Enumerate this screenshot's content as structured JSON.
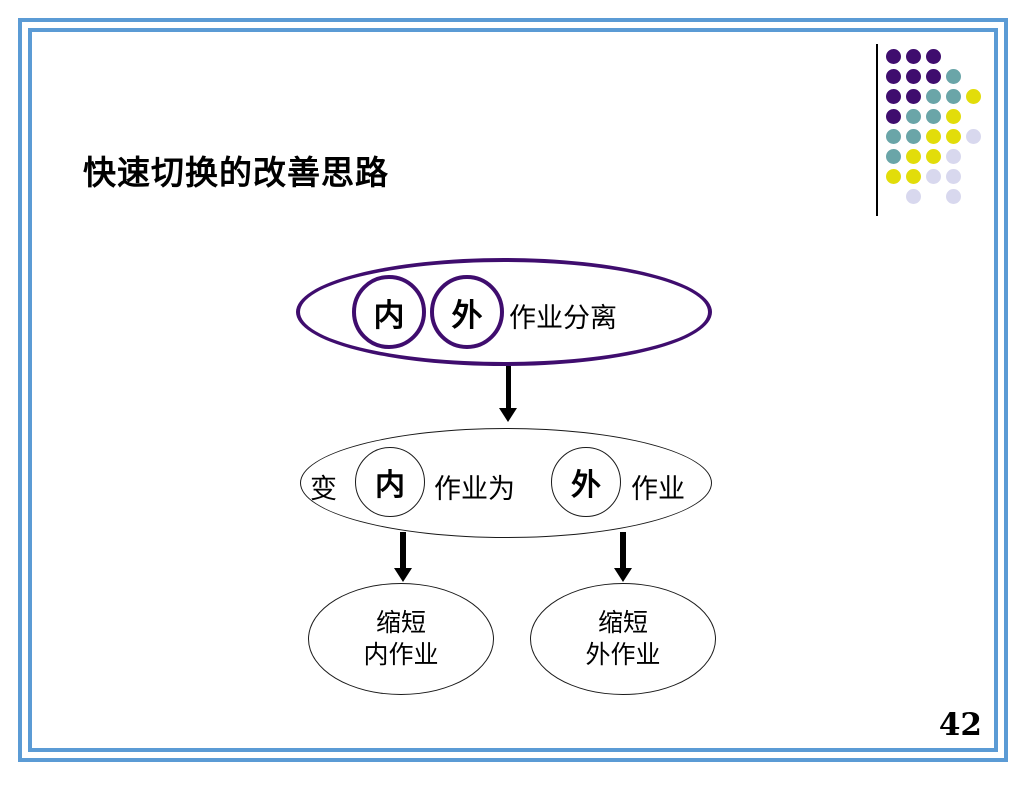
{
  "slide": {
    "title": "快速切换的改善思路",
    "page_number": "42",
    "border_color": "#5b9bd5",
    "accent_purple": "#3f0d6e"
  },
  "decoration": {
    "name": "dot-grid-motif",
    "colors": {
      "purple": "#3f0d6e",
      "teal": "#6aa5a8",
      "yellow": "#e2dd0a",
      "lavender": "#d8d8ee"
    },
    "cell": 20,
    "dots": [
      {
        "col": 0,
        "row": 0,
        "color": "#3f0d6e"
      },
      {
        "col": 1,
        "row": 0,
        "color": "#3f0d6e"
      },
      {
        "col": 2,
        "row": 0,
        "color": "#3f0d6e"
      },
      {
        "col": 0,
        "row": 1,
        "color": "#3f0d6e"
      },
      {
        "col": 1,
        "row": 1,
        "color": "#3f0d6e"
      },
      {
        "col": 2,
        "row": 1,
        "color": "#3f0d6e"
      },
      {
        "col": 3,
        "row": 1,
        "color": "#6aa5a8"
      },
      {
        "col": 0,
        "row": 2,
        "color": "#3f0d6e"
      },
      {
        "col": 1,
        "row": 2,
        "color": "#3f0d6e"
      },
      {
        "col": 2,
        "row": 2,
        "color": "#6aa5a8"
      },
      {
        "col": 3,
        "row": 2,
        "color": "#6aa5a8"
      },
      {
        "col": 4,
        "row": 2,
        "color": "#e2dd0a"
      },
      {
        "col": 0,
        "row": 3,
        "color": "#3f0d6e"
      },
      {
        "col": 1,
        "row": 3,
        "color": "#6aa5a8"
      },
      {
        "col": 2,
        "row": 3,
        "color": "#6aa5a8"
      },
      {
        "col": 3,
        "row": 3,
        "color": "#e2dd0a"
      },
      {
        "col": 0,
        "row": 4,
        "color": "#6aa5a8"
      },
      {
        "col": 1,
        "row": 4,
        "color": "#6aa5a8"
      },
      {
        "col": 2,
        "row": 4,
        "color": "#e2dd0a"
      },
      {
        "col": 3,
        "row": 4,
        "color": "#e2dd0a"
      },
      {
        "col": 4,
        "row": 4,
        "color": "#d8d8ee"
      },
      {
        "col": 0,
        "row": 5,
        "color": "#6aa5a8"
      },
      {
        "col": 1,
        "row": 5,
        "color": "#e2dd0a"
      },
      {
        "col": 2,
        "row": 5,
        "color": "#e2dd0a"
      },
      {
        "col": 3,
        "row": 5,
        "color": "#d8d8ee"
      },
      {
        "col": 0,
        "row": 6,
        "color": "#e2dd0a"
      },
      {
        "col": 1,
        "row": 6,
        "color": "#e2dd0a"
      },
      {
        "col": 2,
        "row": 6,
        "color": "#d8d8ee"
      },
      {
        "col": 3,
        "row": 6,
        "color": "#d8d8ee"
      },
      {
        "col": 1,
        "row": 7,
        "color": "#d8d8ee"
      },
      {
        "col": 3,
        "row": 7,
        "color": "#d8d8ee"
      }
    ]
  },
  "diagram": {
    "name": "quick-changeover-improvement-flow",
    "node_top": {
      "circle_left": "内",
      "circle_right": "外",
      "suffix": "作业分离"
    },
    "node_mid": {
      "prefix": "变",
      "circle_left": "内",
      "middle": "作业为",
      "circle_right": "外",
      "suffix": "作业"
    },
    "node_bottom_left": {
      "line1": "缩短",
      "line2": "内作业"
    },
    "node_bottom_right": {
      "line1": "缩短",
      "line2": "外作业"
    }
  }
}
